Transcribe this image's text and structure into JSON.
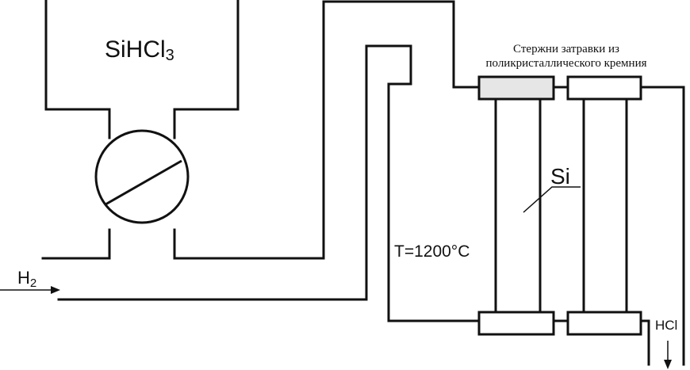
{
  "labels": {
    "tank_base": "SiHCl",
    "tank_sub": "3",
    "rods_line1": "Стержни затравки из",
    "rods_line2": "поликристаллического кремния",
    "si": "Si",
    "temperature": "T=1200°C",
    "h2_base": "H",
    "h2_sub": "2",
    "hcl": "HCl"
  },
  "colors": {
    "line": "#111111",
    "clamp_fill_top_left": "#e6e6e6",
    "background": "#ffffff"
  }
}
